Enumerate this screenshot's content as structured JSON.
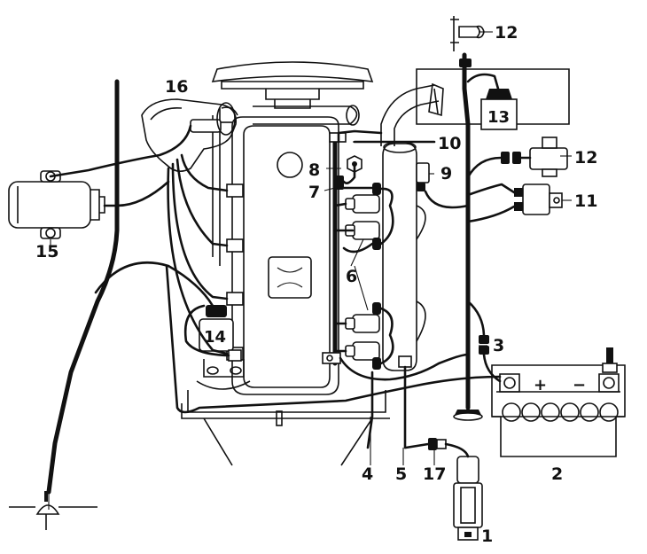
{
  "diagram": {
    "callouts": [
      {
        "id": "1",
        "text": "1"
      },
      {
        "id": "2",
        "text": "2"
      },
      {
        "id": "3",
        "text": "3"
      },
      {
        "id": "4",
        "text": "4"
      },
      {
        "id": "5",
        "text": "5"
      },
      {
        "id": "6",
        "text": "6"
      },
      {
        "id": "7",
        "text": "7"
      },
      {
        "id": "8",
        "text": "8"
      },
      {
        "id": "9",
        "text": "9"
      },
      {
        "id": "10",
        "text": "10"
      },
      {
        "id": "11",
        "text": "11"
      },
      {
        "id": "12a",
        "text": "12"
      },
      {
        "id": "12b",
        "text": "12"
      },
      {
        "id": "13",
        "text": "13"
      },
      {
        "id": "14",
        "text": "14"
      },
      {
        "id": "15",
        "text": "15"
      },
      {
        "id": "16",
        "text": "16"
      },
      {
        "id": "17",
        "text": "17"
      }
    ],
    "battery": {
      "plus": "+",
      "minus": "−"
    }
  }
}
